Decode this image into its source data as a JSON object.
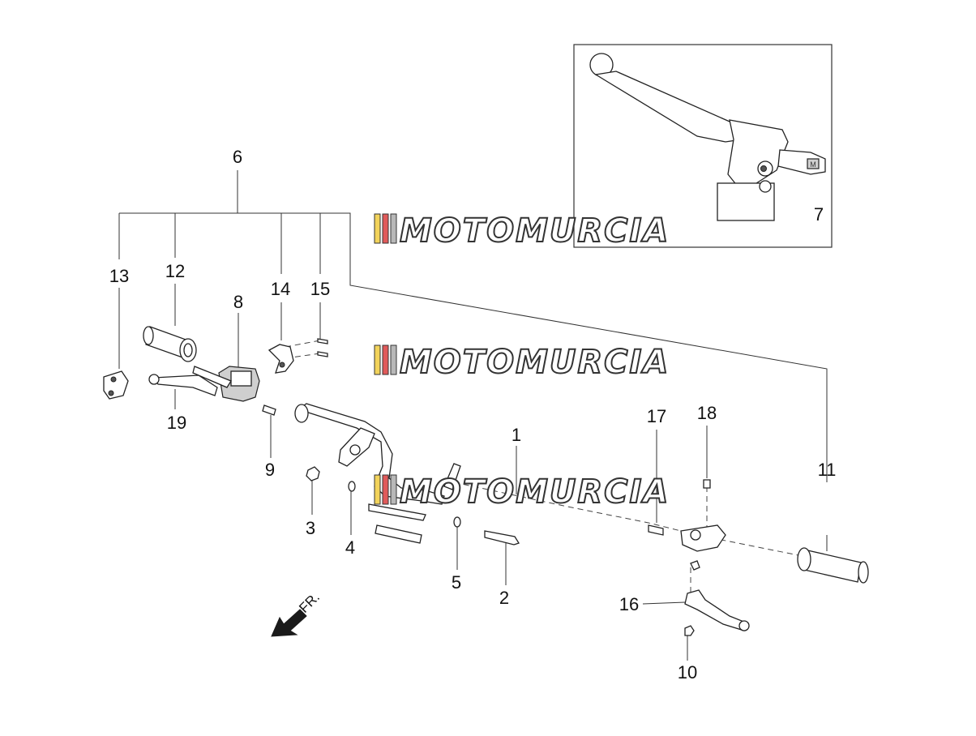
{
  "watermark": {
    "text": "MOTOMURCIA",
    "stripe_colors": [
      "#f2d35b",
      "#e05a5a",
      "#b8b8b8"
    ]
  },
  "direction_label": "FR.",
  "inset_tag": "M",
  "callouts": [
    "1",
    "2",
    "3",
    "4",
    "5",
    "6",
    "7",
    "8",
    "9",
    "10",
    "11",
    "12",
    "13",
    "14",
    "15",
    "16",
    "17",
    "18",
    "19"
  ],
  "colors": {
    "line": "#222222",
    "fill_gray": "#cfcfcf",
    "arrow": "#1a1a1a"
  }
}
